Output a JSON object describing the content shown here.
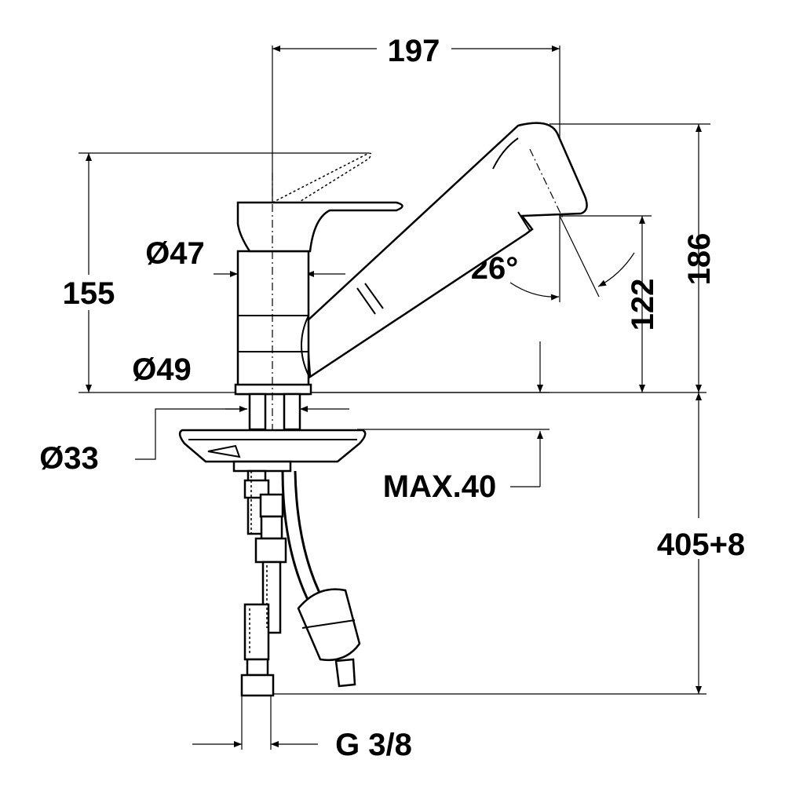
{
  "dimensions": {
    "width_top": "197",
    "height_spout": "186",
    "height_body": "155",
    "height_aerator": "122",
    "angle": "26°",
    "diameter_47": "Ø47",
    "diameter_49": "Ø49",
    "diameter_33": "Ø33",
    "max_thickness": "MAX.40",
    "hose_length": "405+8",
    "thread": "G 3/8"
  },
  "colors": {
    "ink": "#000000",
    "paper": "#ffffff"
  }
}
